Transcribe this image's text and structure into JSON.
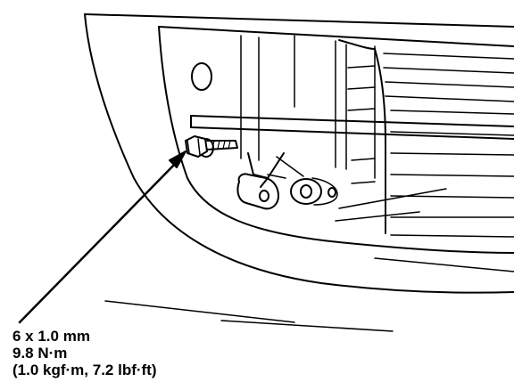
{
  "specs": {
    "bolt_size": "6 x 1.0 mm",
    "torque_nm": "9.8 N·m",
    "torque_alt": "(1.0 kgf·m, 7.2 lbf·ft)"
  },
  "colors": {
    "line": "#000000",
    "background": "#ffffff"
  },
  "parts": [
    "body-panel",
    "grille",
    "bolt",
    "bracket",
    "leader-arrow"
  ]
}
